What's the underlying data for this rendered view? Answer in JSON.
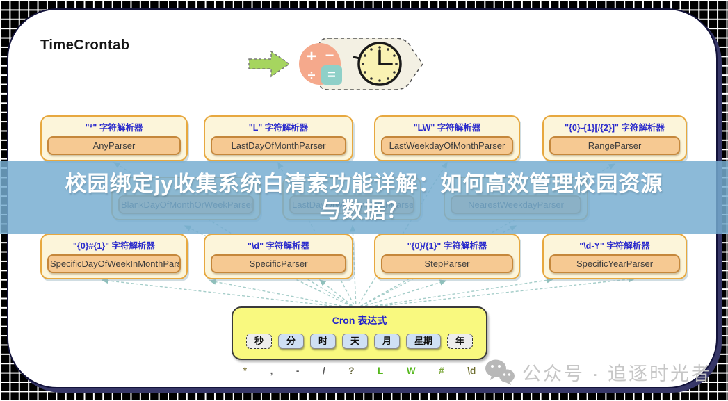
{
  "page": {
    "title": "TimeCrontab"
  },
  "banner": {
    "line1": "校园绑定jy收集系统白清素功能详解：如何高效管理校园资源",
    "line2": "与数据？",
    "bg_color": "#76add0",
    "text_color": "#ffffff"
  },
  "parsers": {
    "row1": [
      {
        "title": "\"*\" 字符解析器",
        "label": "AnyParser"
      },
      {
        "title": "\"L\" 字符解析器",
        "label": "LastDayOfMonthParser"
      },
      {
        "title": "\"LW\" 字符解析器",
        "label": "LastWeekdayOfMonthParser"
      },
      {
        "title": "\"{0}-{1}[/{2}]\" 字符解析器",
        "label": "RangeParser"
      }
    ],
    "row2": [
      {
        "title": "",
        "label": "BlankDayOfMonthOrWeekParser"
      },
      {
        "title": "",
        "label": "LastDayOfWeekInMonthParser"
      },
      {
        "title": "",
        "label": "NearestWeekdayParser"
      }
    ],
    "row3": [
      {
        "title": "\"{0}#{1}\" 字符解析器",
        "label": "SpecificDayOfWeekInMonthParser"
      },
      {
        "title": "\"\\d\" 字符解析器",
        "label": "SpecificParser"
      },
      {
        "title": "\"{0}/{1}\" 字符解析器",
        "label": "StepParser"
      },
      {
        "title": "\"\\d-Y\" 字符解析器",
        "label": "SpecificYearParser"
      }
    ]
  },
  "cron": {
    "title": "Cron 表达式",
    "fields": [
      {
        "label": "秒",
        "variant": "dashed"
      },
      {
        "label": "分",
        "variant": "solid"
      },
      {
        "label": "时",
        "variant": "solid"
      },
      {
        "label": "天",
        "variant": "solid"
      },
      {
        "label": "月",
        "variant": "solid"
      },
      {
        "label": "星期",
        "variant": "solid"
      },
      {
        "label": "年",
        "variant": "dashed"
      }
    ]
  },
  "symbols": [
    {
      "char": "*",
      "color": "#857f4a"
    },
    {
      "char": ",",
      "color": "#5a5a5a"
    },
    {
      "char": "-",
      "color": "#5a5a5a"
    },
    {
      "char": "/",
      "color": "#5a5a5a"
    },
    {
      "char": "?",
      "color": "#6e6e46"
    },
    {
      "char": "L",
      "color": "#55b71c"
    },
    {
      "char": "W",
      "color": "#55b71c"
    },
    {
      "char": "#",
      "color": "#7ca83c"
    },
    {
      "char": "\\d",
      "color": "#6e6e2e"
    }
  ],
  "watermark": {
    "text": "公众号 · 追逐时光者"
  },
  "colors": {
    "box_fill": "#fcf5da",
    "box_border": "#e7a83f",
    "label_fill": "#f6c992",
    "label_border": "#c5873b",
    "title_blue": "#2a2acc",
    "cron_yellow": "#f9f97f",
    "chip_blue": "#cfe0f4",
    "arrow_teal": "#a5cdc9"
  }
}
